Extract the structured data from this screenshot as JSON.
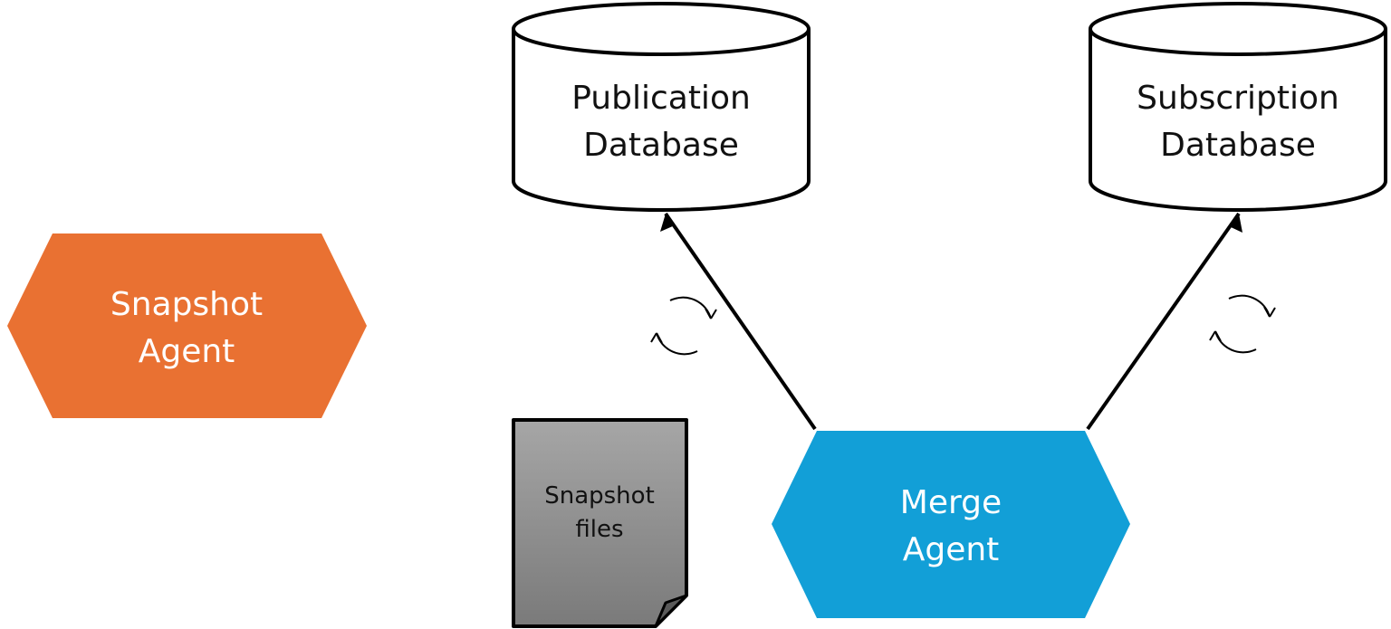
{
  "diagram": {
    "publication_db": {
      "line1": "Publication",
      "line2": "Database"
    },
    "subscription_db": {
      "line1": "Subscription",
      "line2": "Database"
    },
    "snapshot_agent": {
      "line1": "Snapshot",
      "line2": "Agent",
      "color": "#E97132"
    },
    "merge_agent": {
      "line1": "Merge",
      "line2": "Agent",
      "color": "#129FD7"
    },
    "snapshot_files": {
      "line1": "Snapshot",
      "line2": "files",
      "color_top": "#a6a6a6",
      "color_bottom": "#7a7a7a"
    },
    "icons": [
      "sync-cycle-icon",
      "sync-cycle-icon"
    ]
  }
}
